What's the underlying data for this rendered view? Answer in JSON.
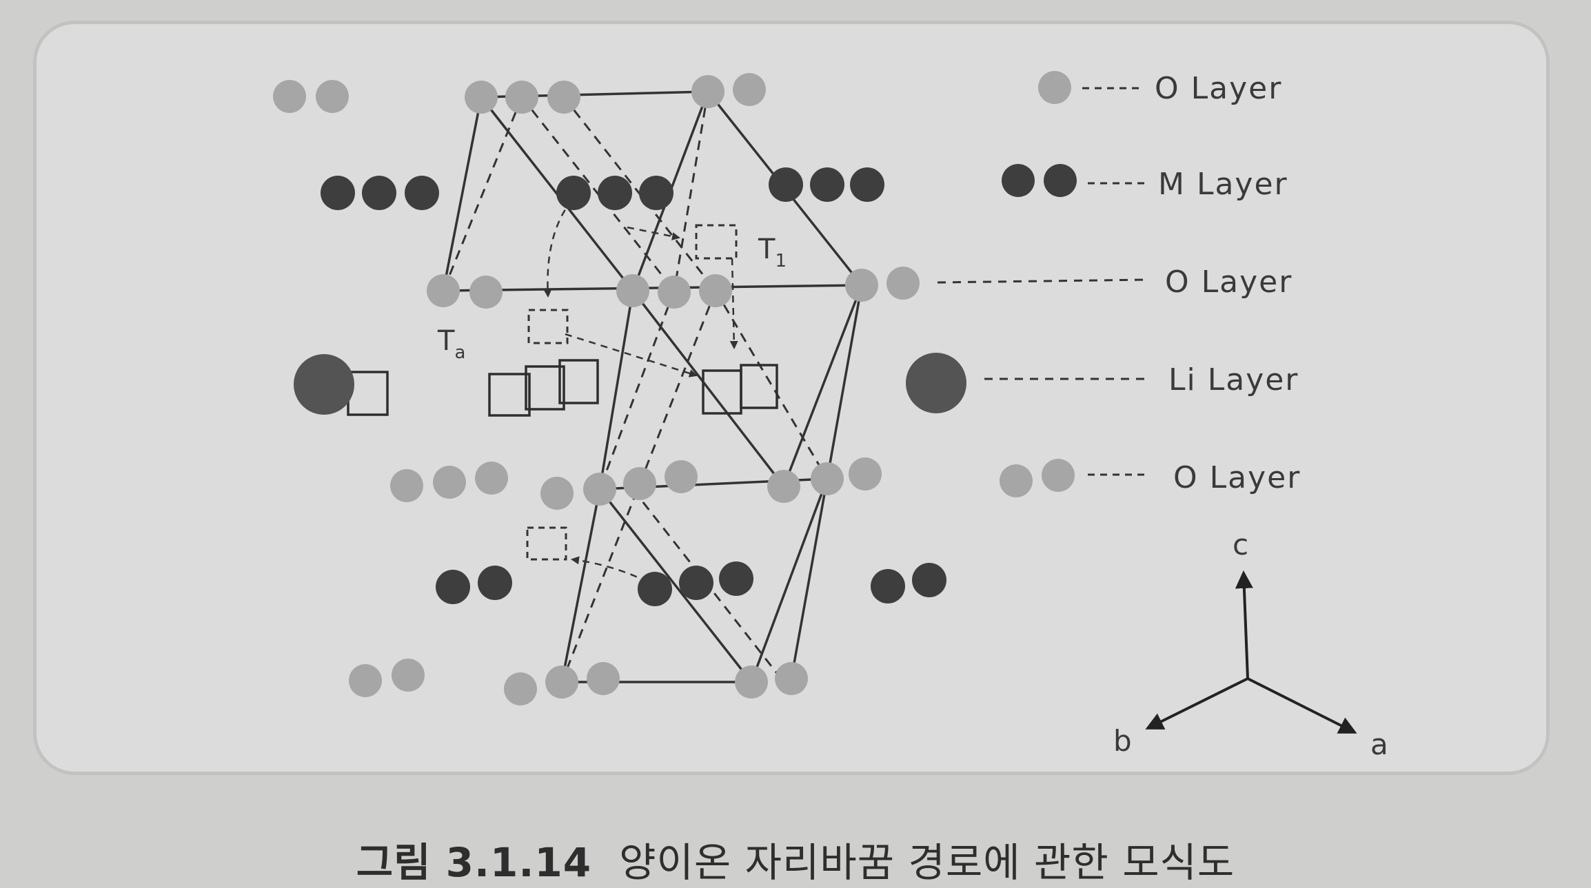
{
  "legend": {
    "o_layer_top": "O Layer",
    "m_layer": "M Layer",
    "o_layer_mid": "O Layer",
    "li_layer": "Li Layer",
    "o_layer_bottom": "O Layer"
  },
  "site_labels": {
    "t1": "T1",
    "ta": "Ta"
  },
  "axes": {
    "c": "c",
    "b": "b",
    "a": "a"
  },
  "caption": {
    "figure_number": "그림 3.1.14",
    "title": "양이온 자리바꿈 경로에 관한 모식도"
  },
  "colors": {
    "o_atom": "#a6a6a6",
    "m_atom": "#3e3e3e",
    "li_atom": "#555555",
    "line": "#333333",
    "panel": "#dcdcdc"
  }
}
